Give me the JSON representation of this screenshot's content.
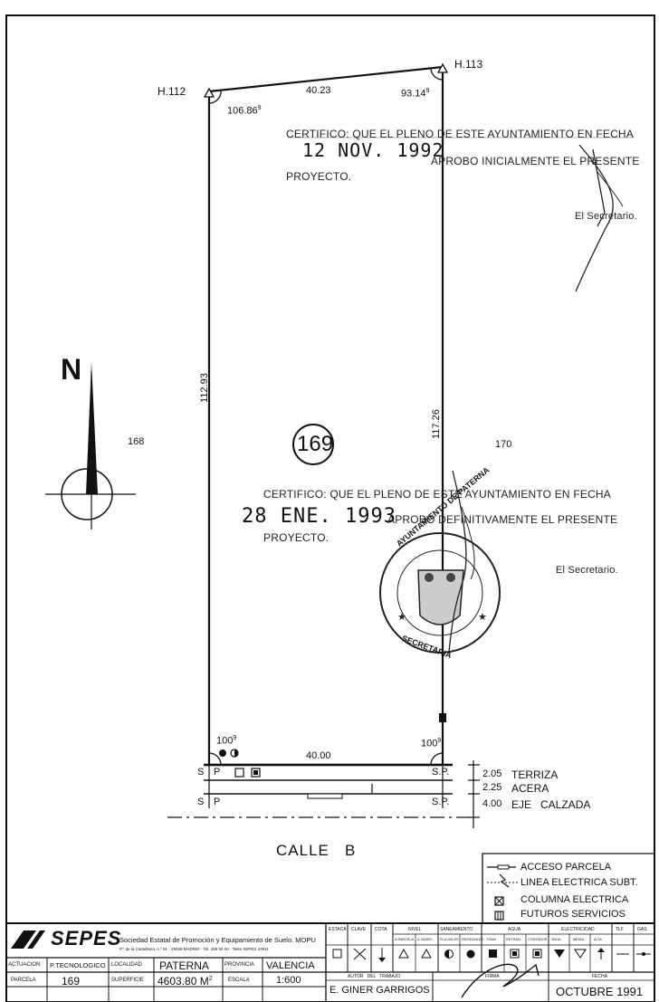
{
  "vertices": {
    "h112": "H.112",
    "h113": "H.113"
  },
  "angles": {
    "top_left": "106.86",
    "top_left_sup": "9",
    "top_right": "93.14",
    "top_right_sup": "9",
    "bottom_left": "100",
    "bottom_left_sup": "9",
    "bottom_right": "100",
    "bottom_right_sup": "9"
  },
  "dimensions": {
    "top": "40.23",
    "bottom": "40.00",
    "left": "112.93",
    "right": "117.26"
  },
  "parcels": {
    "current": "169",
    "left_neighbor": "168",
    "right_neighbor": "170"
  },
  "north": "N",
  "certificate_1": {
    "line1": "CERTIFICO: QUE EL PLENO DE ESTE AYUNTAMIENTO EN FECHA",
    "date": "12 NOV. 1992",
    "line2": "APROBO INICIALMENTE EL PRESENTE",
    "line3": "PROYECTO.",
    "secretary": "El Secretario."
  },
  "certificate_2": {
    "line1": "CERTIFICO: QUE EL PLENO DE ESTE AYUNTAMIENTO EN FECHA",
    "date": "28 ENE. 1993",
    "line2": "APROBO DEFINITIVAMENTE EL PRESENTE",
    "line3": "PROYECTO.",
    "secretary": "El Secretario."
  },
  "seal": {
    "top": "AYUNTAMIENTO DE PATERNA",
    "bottom": "SECRETARIA"
  },
  "street_markers": {
    "sp": "S.P.",
    "s": "S",
    "p": "P"
  },
  "sections": [
    {
      "width": "2.05",
      "label": "TERRIZA"
    },
    {
      "width": "2.25",
      "label": "ACERA"
    },
    {
      "width": "4.00",
      "label": "EJE   CALZADA"
    }
  ],
  "street": "CALLE   B",
  "legend": [
    {
      "icon": "access-icon",
      "label": "ACCESO PARCELA"
    },
    {
      "icon": "electric-line-icon",
      "label": "LINEA ELECTRICA SUBT."
    },
    {
      "icon": "electric-column-icon",
      "label": "COLUMNA ELECTRICA"
    },
    {
      "icon": "future-services-icon",
      "label": "FUTUROS SERVICIOS"
    }
  ],
  "title_block": {
    "logo": "SEPES",
    "company": "Sociedad Estatal de Promoción y Equipamiento de Suelo. MOPU",
    "address": "P.º de la Castellana, n.º 91 · 28046 MADRID · Tel. 455 50 00 · Telex SEPES 43911",
    "service_headers": {
      "estaca": "ESTACA",
      "clave": "CLAVE",
      "cota": "COTA",
      "nivel": "NIVEL",
      "saneamiento": "SANEAMIENTO",
      "agua": "AGUA",
      "electricidad": "ELECTRICIDAD",
      "tlf": "TLF",
      "gas": "GAS"
    },
    "service_sub": {
      "n1": "A.PARCELA",
      "n2": "A.VIARIO",
      "s1": "PLUVIALES",
      "s2": "RESIDUALES",
      "a1": "TOMA",
      "a2": "RETRAN.",
      "a3": "CONTADOR",
      "e1": "BAJA",
      "e2": "MEDIA",
      "e3": "ALTA"
    },
    "actuacion_label": "ACTUACION",
    "actuacion_value": "P.TECNOLOGICO",
    "localidad_label": "LOCALIDAD",
    "localidad_value": "PATERNA",
    "provincia_label": "PROVINCIA",
    "provincia_value": "VALENCIA",
    "parcela_label": "PARCELA",
    "parcela_value": "169",
    "superficie_label": "SUPERFICIE",
    "superficie_value": "4603.80 M",
    "superficie_unit_sup": "2",
    "escala_label": "ESCALA",
    "escala_value": "1:600",
    "autor_label": "AUTOR   DEL   TRABAJO",
    "autor_value": "E. GINER GARRIGOS",
    "firma_label": "FIRMA",
    "fecha_label": "FECHA",
    "fecha_value": "OCTUBRE 1991"
  }
}
